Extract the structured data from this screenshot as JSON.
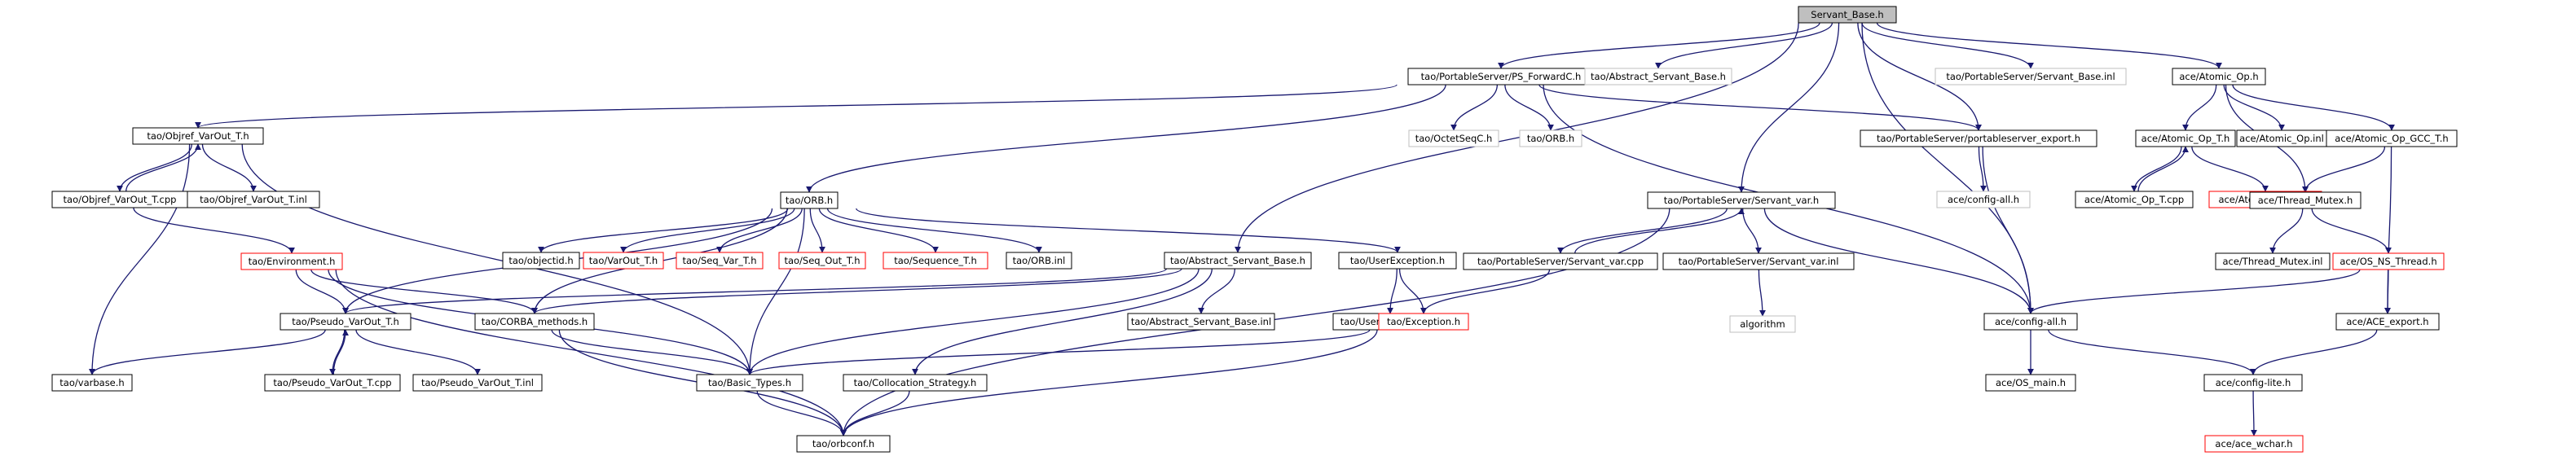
{
  "graph": {
    "edge_color": "#191970",
    "style_colors": {
      "root": "#bfbfbf",
      "normal": "#000000",
      "missing": "#ff0000",
      "external": "#bfbfbf"
    },
    "nodes": [
      {
        "id": "servant_base_h",
        "label": "Servant_Base.h",
        "style": "root"
      },
      {
        "id": "ps_forwardc_h",
        "label": "tao/PortableServer/PS_ForwardC.h",
        "style": "normal"
      },
      {
        "id": "abstract_servant_base_h_ext",
        "label": "tao/Abstract_Servant_Base.h",
        "style": "external"
      },
      {
        "id": "servant_base_inl",
        "label": "tao/PortableServer/Servant_Base.inl",
        "style": "external"
      },
      {
        "id": "atomic_op_h",
        "label": "ace/Atomic_Op.h",
        "style": "normal"
      },
      {
        "id": "objref_varout_t_h",
        "label": "tao/Objref_VarOut_T.h",
        "style": "normal"
      },
      {
        "id": "octetseqc_h",
        "label": "tao/OctetSeqC.h",
        "style": "external"
      },
      {
        "id": "orb_h_ext",
        "label": "tao/ORB.h",
        "style": "external"
      },
      {
        "id": "portableserver_export_h",
        "label": "tao/PortableServer/portableserver_export.h",
        "style": "normal"
      },
      {
        "id": "atomic_op_t_h",
        "label": "ace/Atomic_Op_T.h",
        "style": "normal"
      },
      {
        "id": "atomic_op_inl",
        "label": "ace/Atomic_Op.inl",
        "style": "normal"
      },
      {
        "id": "atomic_op_gcc_t_h",
        "label": "ace/Atomic_Op_GCC_T.h",
        "style": "normal"
      },
      {
        "id": "objref_varout_t_cpp",
        "label": "tao/Objref_VarOut_T.cpp",
        "style": "normal"
      },
      {
        "id": "objref_varout_t_inl",
        "label": "tao/Objref_VarOut_T.inl",
        "style": "normal"
      },
      {
        "id": "config_all_h_ext",
        "label": "ace/config-all.h",
        "style": "external"
      },
      {
        "id": "atomic_op_t_cpp",
        "label": "ace/Atomic_Op_T.cpp",
        "style": "normal"
      },
      {
        "id": "atomic_op_t_inl",
        "label": "ace/Atomic_Op_T.inl",
        "style": "missing"
      },
      {
        "id": "orb_h",
        "label": "tao/ORB.h",
        "style": "normal"
      },
      {
        "id": "servant_var_h",
        "label": "tao/PortableServer/Servant_var.h",
        "style": "normal"
      },
      {
        "id": "thread_mutex_h",
        "label": "ace/Thread_Mutex.h",
        "style": "normal"
      },
      {
        "id": "environment_h",
        "label": "tao/Environment.h",
        "style": "missing"
      },
      {
        "id": "objectid_h",
        "label": "tao/objectid.h",
        "style": "normal"
      },
      {
        "id": "varout_t_h",
        "label": "tao/VarOut_T.h",
        "style": "missing"
      },
      {
        "id": "seq_var_t_h",
        "label": "tao/Seq_Var_T.h",
        "style": "missing"
      },
      {
        "id": "seq_out_t_h",
        "label": "tao/Seq_Out_T.h",
        "style": "missing"
      },
      {
        "id": "sequence_t_h",
        "label": "tao/Sequence_T.h",
        "style": "missing"
      },
      {
        "id": "orb_inl",
        "label": "tao/ORB.inl",
        "style": "normal"
      },
      {
        "id": "abstract_servant_base_h",
        "label": "tao/Abstract_Servant_Base.h",
        "style": "normal"
      },
      {
        "id": "userexception_h",
        "label": "tao/UserException.h",
        "style": "normal"
      },
      {
        "id": "servant_var_cpp",
        "label": "tao/PortableServer/Servant_var.cpp",
        "style": "normal"
      },
      {
        "id": "servant_var_inl",
        "label": "tao/PortableServer/Servant_var.inl",
        "style": "normal"
      },
      {
        "id": "thread_mutex_inl",
        "label": "ace/Thread_Mutex.inl",
        "style": "normal"
      },
      {
        "id": "os_ns_thread_h",
        "label": "ace/OS_NS_Thread.h",
        "style": "missing"
      },
      {
        "id": "pseudo_varout_t_h",
        "label": "tao/Pseudo_VarOut_T.h",
        "style": "normal"
      },
      {
        "id": "corba_methods_h",
        "label": "tao/CORBA_methods.h",
        "style": "normal"
      },
      {
        "id": "abstract_servant_base_inl",
        "label": "tao/Abstract_Servant_Base.inl",
        "style": "normal"
      },
      {
        "id": "userexception_inl",
        "label": "tao/UserException.inl",
        "style": "normal"
      },
      {
        "id": "exception_h",
        "label": "tao/Exception.h",
        "style": "missing"
      },
      {
        "id": "algorithm",
        "label": "algorithm",
        "style": "external"
      },
      {
        "id": "config_all_h",
        "label": "ace/config-all.h",
        "style": "normal"
      },
      {
        "id": "ace_export_h",
        "label": "ace/ACE_export.h",
        "style": "normal"
      },
      {
        "id": "varbase_h",
        "label": "tao/varbase.h",
        "style": "normal"
      },
      {
        "id": "pseudo_varout_t_cpp",
        "label": "tao/Pseudo_VarOut_T.cpp",
        "style": "normal"
      },
      {
        "id": "pseudo_varout_t_inl",
        "label": "tao/Pseudo_VarOut_T.inl",
        "style": "normal"
      },
      {
        "id": "basic_types_h",
        "label": "tao/Basic_Types.h",
        "style": "normal"
      },
      {
        "id": "collocation_strategy_h",
        "label": "tao/Collocation_Strategy.h",
        "style": "normal"
      },
      {
        "id": "os_main_h",
        "label": "ace/OS_main.h",
        "style": "normal"
      },
      {
        "id": "config_lite_h",
        "label": "ace/config-lite.h",
        "style": "normal"
      },
      {
        "id": "orbconf_h",
        "label": "tao/orbconf.h",
        "style": "normal"
      },
      {
        "id": "ace_wchar_h",
        "label": "ace/ace_wchar.h",
        "style": "missing"
      }
    ],
    "edges": [
      [
        "servant_base_h",
        "ps_forwardc_h"
      ],
      [
        "servant_base_h",
        "abstract_servant_base_h_ext"
      ],
      [
        "servant_base_h",
        "servant_base_inl"
      ],
      [
        "servant_base_h",
        "atomic_op_h"
      ],
      [
        "servant_base_h",
        "portableserver_export_h"
      ],
      [
        "servant_base_h",
        "servant_var_h"
      ],
      [
        "servant_base_h",
        "abstract_servant_base_h"
      ],
      [
        "servant_base_h",
        "config_all_h"
      ],
      [
        "ps_forwardc_h",
        "objref_varout_t_h"
      ],
      [
        "ps_forwardc_h",
        "octetseqc_h"
      ],
      [
        "ps_forwardc_h",
        "orb_h_ext"
      ],
      [
        "ps_forwardc_h",
        "portableserver_export_h"
      ],
      [
        "ps_forwardc_h",
        "orb_h"
      ],
      [
        "ps_forwardc_h",
        "config_all_h"
      ],
      [
        "atomic_op_h",
        "atomic_op_t_h"
      ],
      [
        "atomic_op_h",
        "atomic_op_inl"
      ],
      [
        "atomic_op_h",
        "atomic_op_gcc_t_h"
      ],
      [
        "atomic_op_h",
        "thread_mutex_h"
      ],
      [
        "objref_varout_t_h",
        "objref_varout_t_cpp"
      ],
      [
        "objref_varout_t_cpp",
        "objref_varout_t_h"
      ],
      [
        "objref_varout_t_h",
        "objref_varout_t_inl"
      ],
      [
        "objref_varout_t_h",
        "varbase_h"
      ],
      [
        "objref_varout_t_h",
        "basic_types_h"
      ],
      [
        "objref_varout_t_cpp",
        "environment_h"
      ],
      [
        "portableserver_export_h",
        "config_all_h_ext"
      ],
      [
        "portableserver_export_h",
        "config_all_h"
      ],
      [
        "atomic_op_t_h",
        "atomic_op_t_cpp"
      ],
      [
        "atomic_op_t_cpp",
        "atomic_op_t_h"
      ],
      [
        "atomic_op_t_h",
        "atomic_op_t_inl"
      ],
      [
        "atomic_op_gcc_t_h",
        "thread_mutex_h"
      ],
      [
        "atomic_op_gcc_t_h",
        "ace_export_h"
      ],
      [
        "orb_h",
        "objectid_h"
      ],
      [
        "orb_h",
        "varout_t_h"
      ],
      [
        "orb_h",
        "seq_var_t_h"
      ],
      [
        "orb_h",
        "seq_out_t_h"
      ],
      [
        "orb_h",
        "sequence_t_h"
      ],
      [
        "orb_h",
        "orb_inl"
      ],
      [
        "orb_h",
        "userexception_h"
      ],
      [
        "orb_h",
        "pseudo_varout_t_h"
      ],
      [
        "orb_h",
        "corba_methods_h"
      ],
      [
        "orb_h",
        "basic_types_h"
      ],
      [
        "servant_var_h",
        "servant_var_cpp"
      ],
      [
        "servant_var_cpp",
        "servant_var_h"
      ],
      [
        "servant_var_h",
        "servant_var_inl"
      ],
      [
        "servant_var_h",
        "config_all_h"
      ],
      [
        "servant_var_h",
        "orbconf_h"
      ],
      [
        "servant_var_inl",
        "algorithm"
      ],
      [
        "servant_var_cpp",
        "exception_h"
      ],
      [
        "thread_mutex_h",
        "thread_mutex_inl"
      ],
      [
        "thread_mutex_h",
        "os_ns_thread_h"
      ],
      [
        "environment_h",
        "pseudo_varout_t_h"
      ],
      [
        "environment_h",
        "corba_methods_h"
      ],
      [
        "environment_h",
        "basic_types_h"
      ],
      [
        "environment_h",
        "orbconf_h"
      ],
      [
        "abstract_servant_base_h",
        "abstract_servant_base_inl"
      ],
      [
        "abstract_servant_base_h",
        "collocation_strategy_h"
      ],
      [
        "abstract_servant_base_h",
        "basic_types_h"
      ],
      [
        "abstract_servant_base_h",
        "pseudo_varout_t_h"
      ],
      [
        "abstract_servant_base_h",
        "corba_methods_h"
      ],
      [
        "userexception_h",
        "userexception_inl"
      ],
      [
        "userexception_h",
        "exception_h"
      ],
      [
        "os_ns_thread_h",
        "config_all_h"
      ],
      [
        "os_ns_thread_h",
        "ace_export_h"
      ],
      [
        "pseudo_varout_t_h",
        "pseudo_varout_t_cpp"
      ],
      [
        "pseudo_varout_t_cpp",
        "pseudo_varout_t_h"
      ],
      [
        "pseudo_varout_t_h",
        "pseudo_varout_t_inl"
      ],
      [
        "pseudo_varout_t_h",
        "varbase_h"
      ],
      [
        "corba_methods_h",
        "basic_types_h"
      ],
      [
        "corba_methods_h",
        "orbconf_h"
      ],
      [
        "exception_h",
        "basic_types_h"
      ],
      [
        "exception_h",
        "orbconf_h"
      ],
      [
        "config_all_h",
        "os_main_h"
      ],
      [
        "config_all_h",
        "config_lite_h"
      ],
      [
        "ace_export_h",
        "config_lite_h"
      ],
      [
        "config_lite_h",
        "ace_wchar_h"
      ],
      [
        "basic_types_h",
        "orbconf_h"
      ],
      [
        "collocation_strategy_h",
        "orbconf_h"
      ]
    ]
  }
}
